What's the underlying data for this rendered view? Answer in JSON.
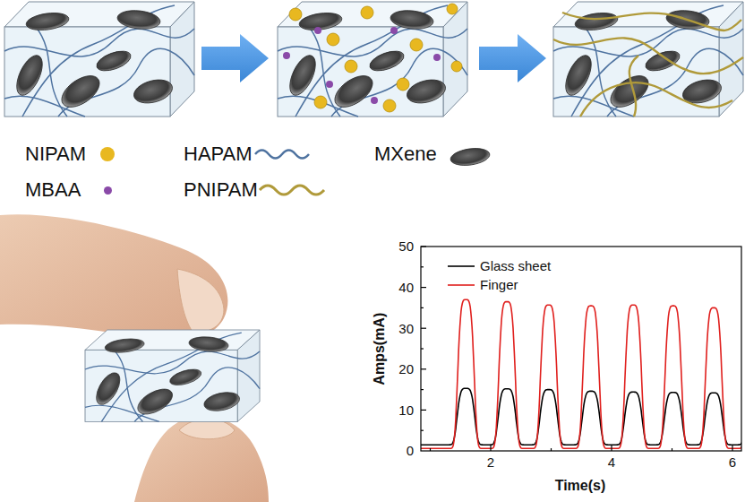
{
  "diagram": {
    "labels": [
      "50",
      "40",
      "30",
      "20",
      "10",
      "0",
      "2",
      "4",
      "6",
      "Amps(mA)",
      "Time(s)"
    ],
    "legend": [
      {
        "text": "NIPAM",
        "color": "#e8b820"
      },
      {
        "text": "MBAA",
        "color": "#8a4aa8"
      },
      {
        "text": "HAPAM"
      },
      {
        "text": "PNIPAM"
      },
      {
        "text": "MXene"
      },
      {
        "text": "Glass sheet"
      },
      {
        "text": "Finger"
      }
    ]
  }
}
